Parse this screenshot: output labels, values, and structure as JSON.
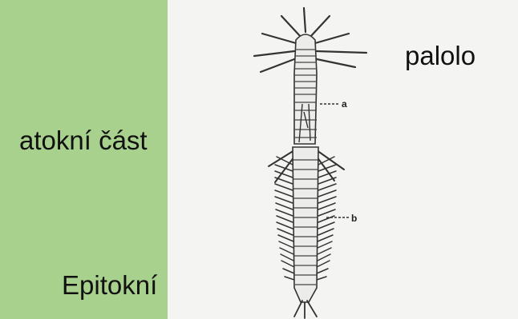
{
  "labels": {
    "atokni": "atokní část",
    "epitokni": "Epitokní",
    "palolo": "palolo"
  },
  "diagram": {
    "marker_a": "a",
    "marker_b": "b"
  },
  "colors": {
    "panel": "#a9d18e",
    "background": "#f2f2f2",
    "ink": "#222222"
  }
}
